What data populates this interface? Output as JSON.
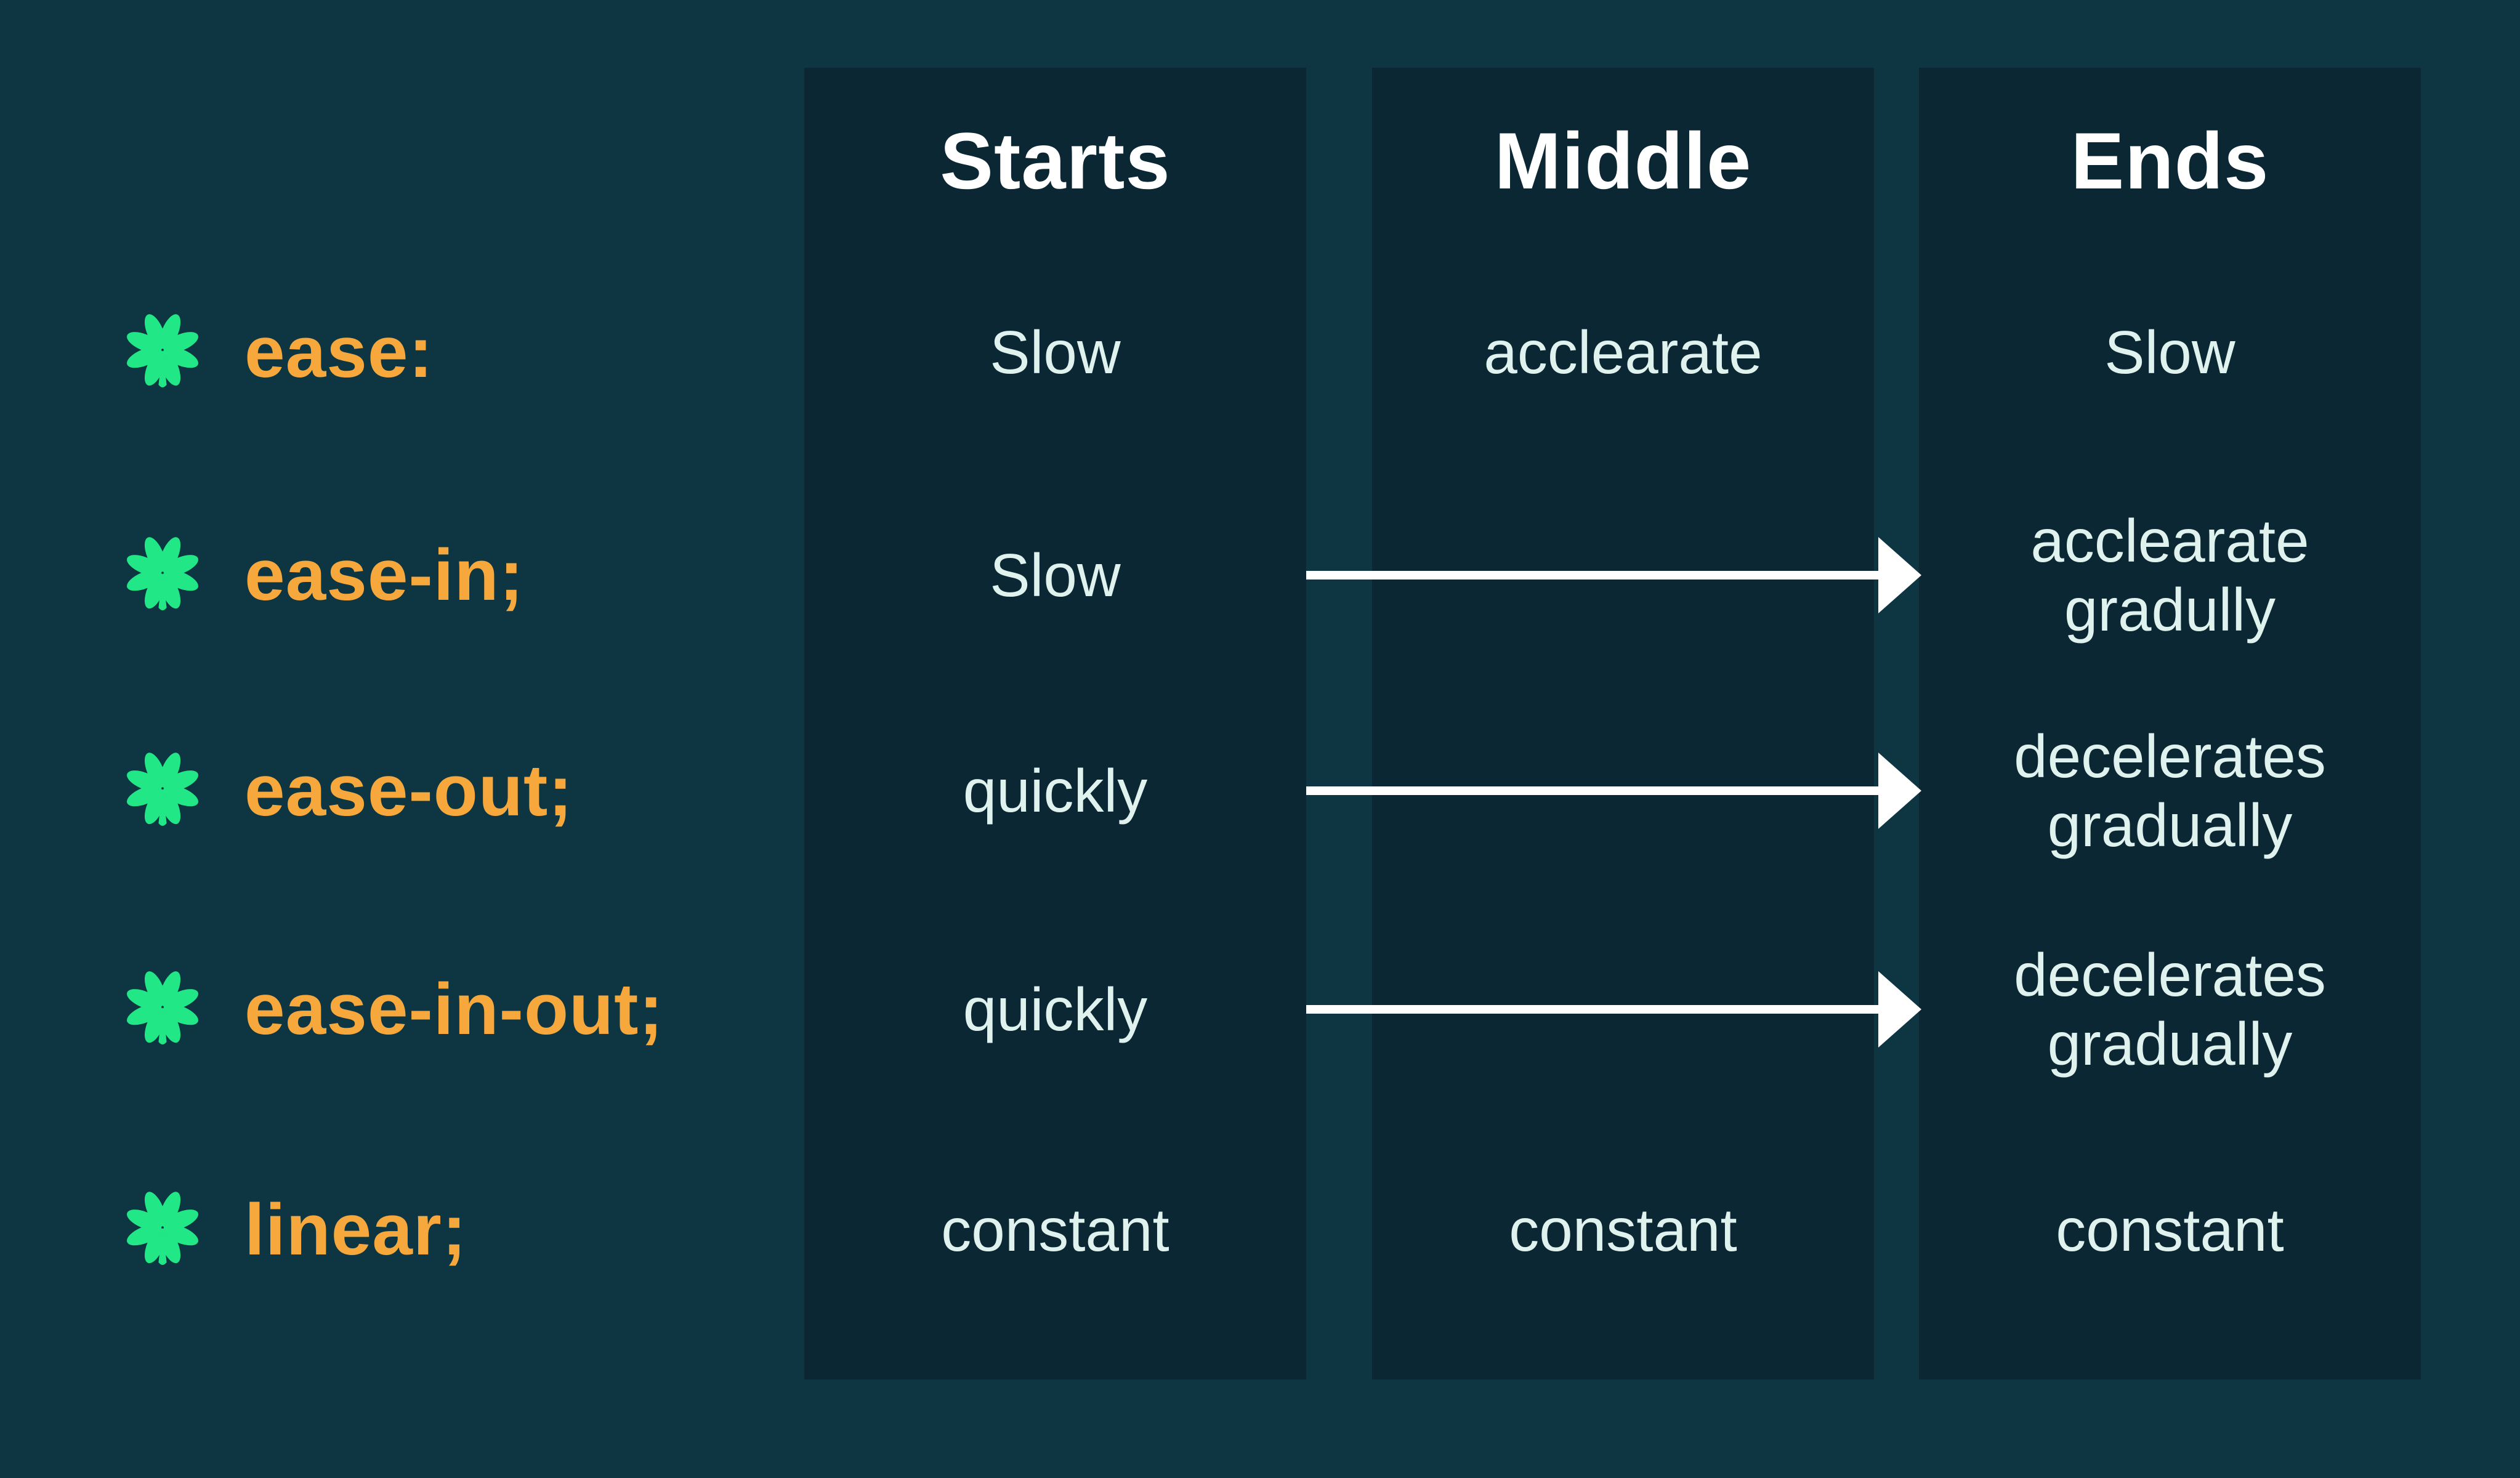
{
  "title": "CSS transition-timing-function comparison table",
  "colors": {
    "background": "#0d3642",
    "panel": "#0a2733",
    "header_text": "#ffffff",
    "cell_text": "#dff2ed",
    "label_text": "#f7a83d",
    "icon_green": "#21e786",
    "arrow": "#ffffff"
  },
  "icon": "clover-icon",
  "columns": [
    {
      "id": "starts",
      "header": "Starts"
    },
    {
      "id": "middle",
      "header": "Middle"
    },
    {
      "id": "ends",
      "header": "Ends"
    }
  ],
  "rows": [
    {
      "label": "ease:",
      "starts": "Slow",
      "middle": "acclearate",
      "arrow": false,
      "ends": [
        "Slow"
      ]
    },
    {
      "label": "ease-in;",
      "starts": "Slow",
      "middle": "",
      "arrow": true,
      "ends": [
        "acclearate",
        "gradully"
      ]
    },
    {
      "label": "ease-out;",
      "starts": "quickly",
      "middle": "",
      "arrow": true,
      "ends": [
        "decelerates",
        "gradually"
      ]
    },
    {
      "label": "ease-in-out;",
      "starts": "quickly",
      "middle": "",
      "arrow": true,
      "ends": [
        "decelerates",
        "gradually"
      ]
    },
    {
      "label": "linear;",
      "starts": "constant",
      "middle": "constant",
      "arrow": false,
      "ends": [
        "constant"
      ]
    }
  ]
}
